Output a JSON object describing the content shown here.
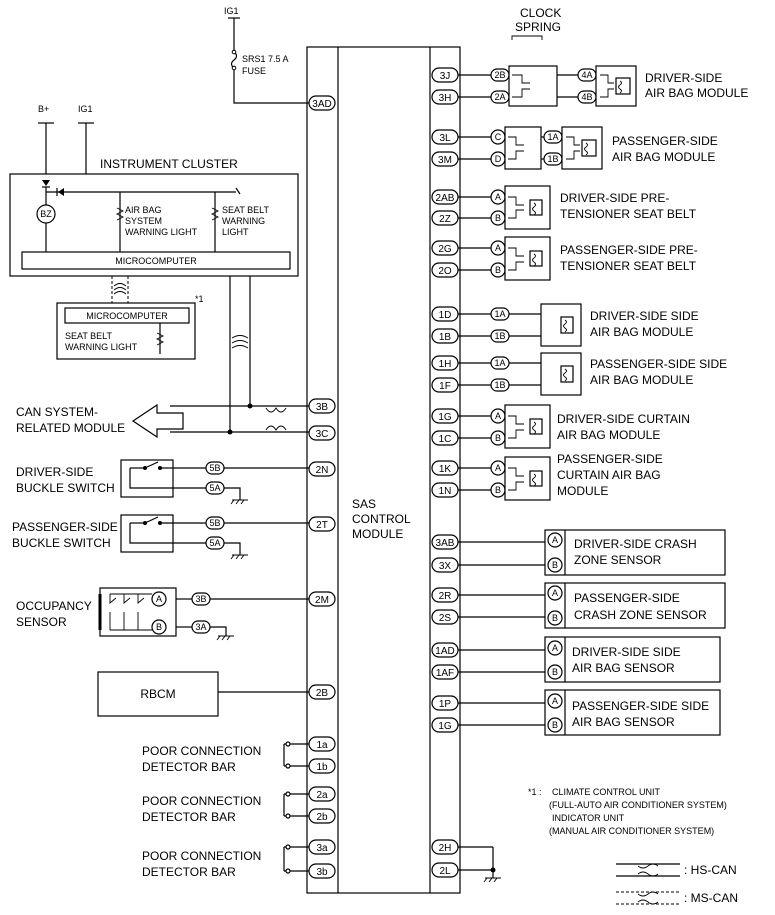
{
  "module": {
    "label": [
      "SAS",
      "CONTROL",
      "MODULE"
    ]
  },
  "power": {
    "ig1_top": "IG1",
    "fuse": [
      "SRS1 7.5 A",
      "FUSE"
    ],
    "bplus": "B+",
    "ig1_cluster": "IG1"
  },
  "instrument_cluster": {
    "title": "INSTRUMENT CLUSTER",
    "buzzer": "BZ",
    "airbag_light": [
      "AIR BAG",
      "SYSTEM",
      "WARNING LIGHT"
    ],
    "seatbelt_light": [
      "SEAT BELT",
      "WARNING",
      "LIGHT"
    ],
    "microcomputer": "MICROCOMPUTER"
  },
  "sub_unit": {
    "mark": "*1",
    "microcomputer": "MICROCOMPUTER",
    "light": [
      "SEAT BELT",
      "WARNING LIGHT"
    ]
  },
  "left_devices": {
    "can": [
      "CAN SYSTEM-",
      "RELATED MODULE"
    ],
    "driver_buckle": [
      "DRIVER-SIDE",
      "BUCKLE SWITCH"
    ],
    "passenger_buckle": [
      "PASSENGER-SIDE",
      "BUCKLE SWITCH"
    ],
    "occupancy": [
      "OCCUPANCY",
      "SENSOR"
    ],
    "rbcm": "RBCM",
    "poor_connection": [
      "POOR CONNECTION",
      "DETECTOR BAR"
    ]
  },
  "left_pins": [
    "3AD",
    "3B",
    "3C",
    "2N",
    "2T",
    "2M",
    "2B",
    "1a",
    "1b",
    "2a",
    "2b",
    "3a",
    "3b"
  ],
  "clock_spring": [
    "CLOCK",
    "SPRING"
  ],
  "right_pins": [
    "3J",
    "3H",
    "3L",
    "3M",
    "2AB",
    "2Z",
    "2G",
    "2O",
    "1D",
    "1B",
    "1H",
    "1F",
    "1G",
    "1C",
    "1K",
    "1N",
    "3AB",
    "3X",
    "2R",
    "2S",
    "1AD",
    "1AF",
    "1P",
    "1G",
    "2H",
    "2L"
  ],
  "right_devices": [
    [
      "DRIVER-SIDE",
      "AIR BAG MODULE"
    ],
    [
      "PASSENGER-SIDE",
      "AIR BAG MODULE"
    ],
    [
      "DRIVER-SIDE PRE-",
      "TENSIONER SEAT BELT"
    ],
    [
      "PASSENGER-SIDE PRE-",
      "TENSIONER SEAT BELT"
    ],
    [
      "DRIVER-SIDE SIDE",
      "AIR BAG MODULE"
    ],
    [
      "PASSENGER-SIDE SIDE",
      "AIR BAG MODULE"
    ],
    [
      "DRIVER-SIDE CURTAIN",
      "AIR BAG MODULE"
    ],
    [
      "PASSENGER-SIDE",
      "CURTAIN AIR BAG",
      "MODULE"
    ]
  ],
  "sensors": [
    [
      "DRIVER-SIDE CRASH",
      "ZONE SENSOR"
    ],
    [
      "PASSENGER-SIDE",
      "CRASH ZONE SENSOR"
    ],
    [
      "DRIVER-SIDE SIDE",
      "AIR BAG SENSOR"
    ],
    [
      "PASSENGER-SIDE SIDE",
      "AIR BAG SENSOR"
    ]
  ],
  "connector_pins": {
    "clock": [
      "2B",
      "2A"
    ],
    "driver_airbag": [
      "4A",
      "4B"
    ],
    "passenger_airbag_pair": [
      "C",
      "D"
    ],
    "passenger_airbag": [
      "1A",
      "1B"
    ],
    "ab": [
      "A",
      "B"
    ],
    "side": [
      "1A",
      "1B"
    ],
    "buckle": [
      "5B",
      "5A"
    ],
    "occupancy_ab": [
      "A",
      "B"
    ],
    "occupancy": [
      "3B",
      "3A"
    ]
  },
  "footnote": {
    "mark": "*1 :",
    "lines": [
      "CLIMATE CONTROL UNIT",
      "(FULL-AUTO AIR CONDITIONER SYSTEM)",
      "INDICATOR UNIT",
      "(MANUAL AIR CONDITIONER SYSTEM)"
    ]
  },
  "legend": {
    "hs": ": HS-CAN",
    "ms": ": MS-CAN"
  }
}
